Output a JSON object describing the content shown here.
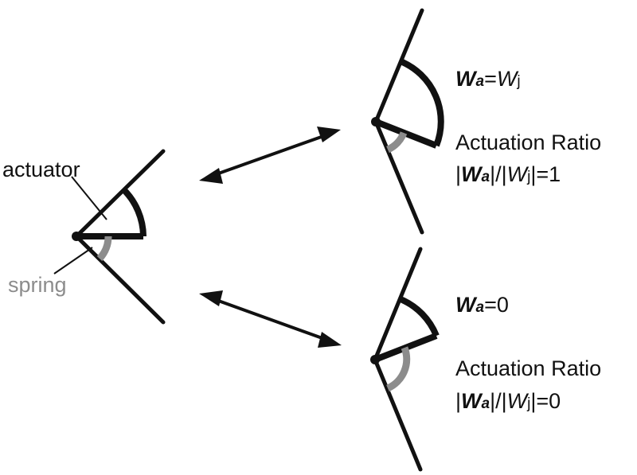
{
  "colors": {
    "ink": "#111111",
    "spring": "#8c8c8c"
  },
  "labels": {
    "actuator": "actuator",
    "spring": "spring"
  },
  "states": {
    "top": {
      "eq_W": "W",
      "eq_a": "a",
      "eq_rel": "=",
      "eq_rhs_W": "W",
      "eq_rhs_sub": "j",
      "eq_rhs_tail": "",
      "ratio_title": "Actuation Ratio",
      "ratio_open": "|",
      "ratio_W": "W",
      "ratio_a": "a",
      "ratio_mid": "|/|",
      "ratio_W2": "W",
      "ratio_sub": "j",
      "ratio_close": "|=1"
    },
    "bottom": {
      "eq_W": "W",
      "eq_a": "a",
      "eq_rhs": "=0",
      "ratio_title": "Actuation Ratio",
      "ratio_open": "|",
      "ratio_W": "W",
      "ratio_a": "a",
      "ratio_mid": "|/|",
      "ratio_W2": "W",
      "ratio_sub": "j",
      "ratio_close": "|=0"
    }
  }
}
